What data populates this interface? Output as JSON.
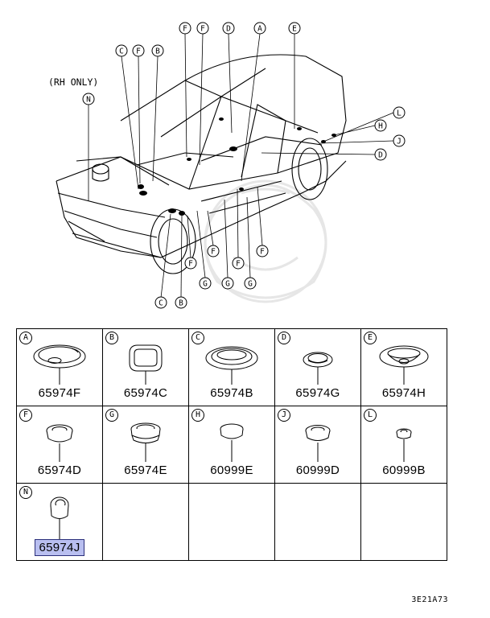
{
  "diagram": {
    "note": "(RH ONLY)",
    "callouts": [
      "F",
      "F",
      "D",
      "A",
      "E",
      "C",
      "F",
      "B",
      "N",
      "L",
      "H",
      "J",
      "D",
      "F",
      "F",
      "F",
      "F",
      "G",
      "G",
      "G",
      "C",
      "B"
    ]
  },
  "parts": [
    {
      "letter": "A",
      "part": "65974F",
      "shape": "flat-large"
    },
    {
      "letter": "B",
      "part": "65974C",
      "shape": "square"
    },
    {
      "letter": "C",
      "part": "65974B",
      "shape": "ring-large"
    },
    {
      "letter": "D",
      "part": "65974G",
      "shape": "ring-small"
    },
    {
      "letter": "E",
      "part": "65974H",
      "shape": "dome"
    },
    {
      "letter": "F",
      "part": "65974D",
      "shape": "plug"
    },
    {
      "letter": "G",
      "part": "65974E",
      "shape": "plug-flange"
    },
    {
      "letter": "H",
      "part": "60999E",
      "shape": "cap"
    },
    {
      "letter": "J",
      "part": "60999D",
      "shape": "plug"
    },
    {
      "letter": "L",
      "part": "60999B",
      "shape": "tiny"
    },
    {
      "letter": "N",
      "part": "65974J",
      "shape": "tall",
      "highlighted": true
    }
  ],
  "figure_code": "3E21A73",
  "colors": {
    "highlight_fill": "#b9bff0",
    "line": "#000000"
  }
}
